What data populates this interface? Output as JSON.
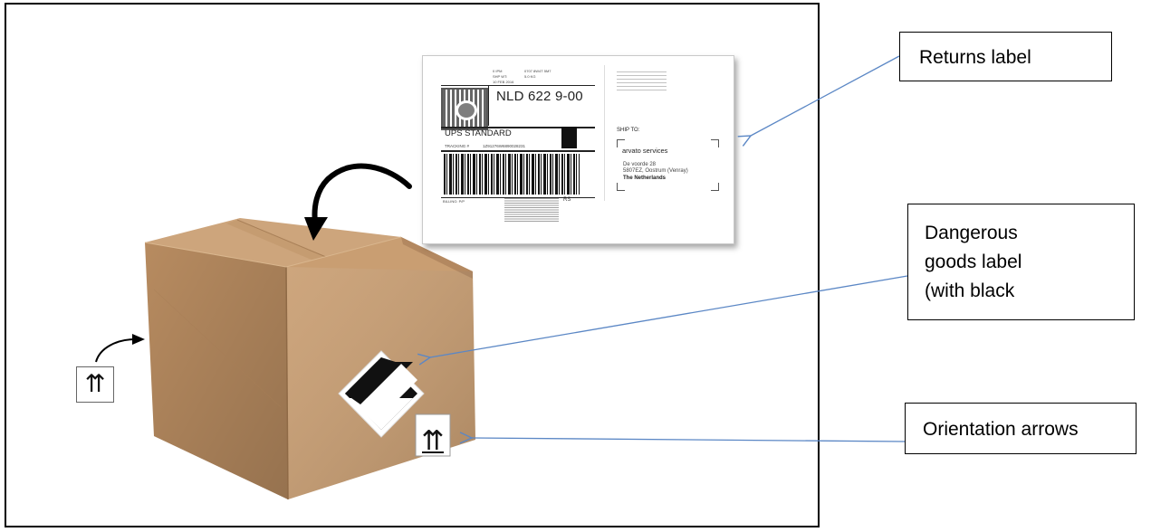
{
  "callouts": {
    "returns_label": "Returns label",
    "dangerous_goods_line1": "Dangerous",
    "dangerous_goods_line2": "goods label",
    "dangerous_goods_line3": "(with black",
    "orientation_arrows": "Orientation arrows"
  },
  "shipping_label": {
    "route_code": "NLD 622 9-00",
    "service": "UPS STANDARD",
    "tracking_prefix": "TRACKING #",
    "tracking_number": "1Z91276W6890028231",
    "ship_to_heading": "SHIP TO:",
    "company": "arvato services",
    "address_line1": "De voorde 28",
    "address_line2": "5807EZ, Oostrum (Venray)",
    "country": "The Netherlands",
    "header_left_1": "0 IPM",
    "header_left_2": "SHP WT:",
    "header_left_3": "10 FEB 2016",
    "header_right_1": "0707 8W4T 5M7",
    "header_right_2": "5.0 KG",
    "billing": "BILLING: P/P",
    "footer_code": "RS"
  },
  "colors": {
    "pointer": "#5b87c5",
    "box_light": "#caa27a",
    "box_mid": "#b68a5f",
    "box_dark": "#9f7550",
    "dg_label": "#111111"
  },
  "icons": {
    "orientation": "⇈",
    "curved_arrow": "curved-arrow-icon"
  }
}
